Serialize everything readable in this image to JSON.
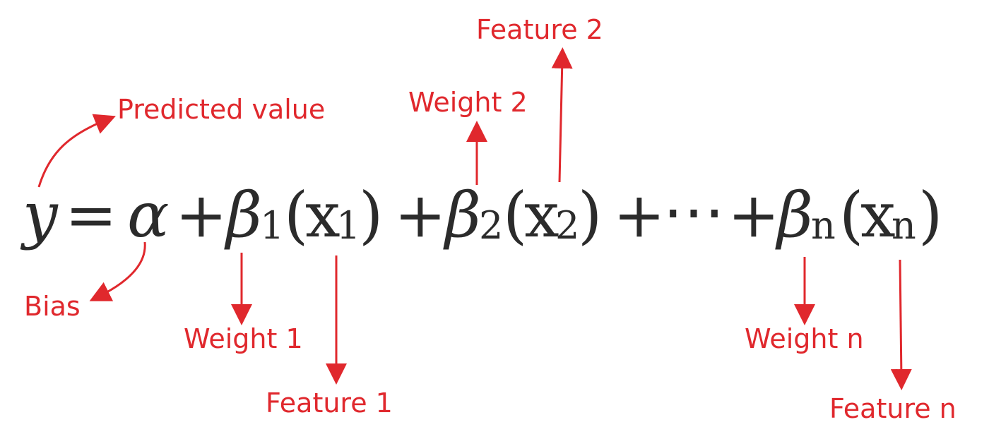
{
  "equation": {
    "y": "y",
    "equals": "=",
    "alpha": "α",
    "plus": "+",
    "beta": "β",
    "sub_1": "1",
    "sub_2": "2",
    "sub_n": "n",
    "x": "x",
    "lparen": "(",
    "rparen": ")",
    "dots": "⋯"
  },
  "annotations": {
    "predicted_value": "Predicted value",
    "bias": "Bias",
    "weight_1": "Weight 1",
    "feature_1": "Feature 1",
    "weight_2": "Weight 2",
    "feature_2": "Feature 2",
    "weight_n": "Weight n",
    "feature_n": "Feature n"
  },
  "colors": {
    "annotation": "#e0282d",
    "equation": "#2b2b2b"
  }
}
